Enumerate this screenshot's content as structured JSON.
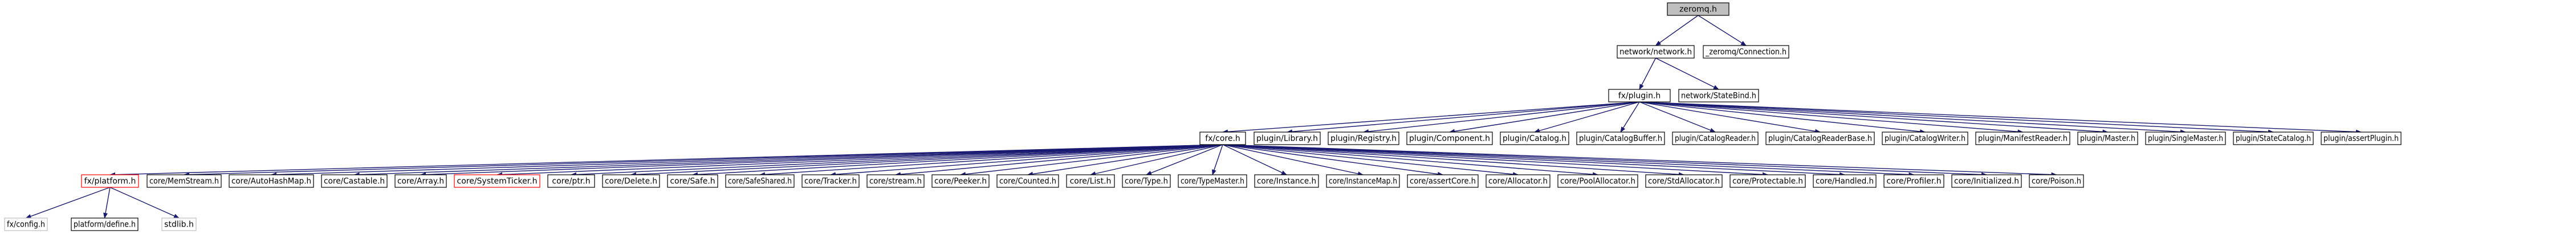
{
  "graph": {
    "root": "zeromq.h",
    "colors": {
      "edge": "#191970",
      "node_border": "#000000",
      "root_fill": "#bfbfbf",
      "missing_file_border": "#ff0000",
      "system_header_border": "#bfbfbf"
    },
    "labels": {
      "zeromq": "zeromq.h",
      "network": "network/network.h",
      "connection": "_zeromq/Connection.h",
      "plugin": "fx/plugin.h",
      "statebind": "network/StateBind.h",
      "core": "fx/core.h",
      "plibrary": "plugin/Library.h",
      "pregistry": "plugin/Registry.h",
      "pcomponent": "plugin/Component.h",
      "pcatalog": "plugin/Catalog.h",
      "pcatbuf": "plugin/CatalogBuffer.h",
      "pcatreader": "plugin/CatalogReader.h",
      "pcatreaderbase": "plugin/CatalogReaderBase.h",
      "pcatwriter": "plugin/CatalogWriter.h",
      "pmanifest": "plugin/ManifestReader.h",
      "pmaster": "plugin/Master.h",
      "psinglemaster": "plugin/SingleMaster.h",
      "pstatecatalog": "plugin/StateCatalog.h",
      "passert": "plugin/assertPlugin.h",
      "platform": "fx/platform.h",
      "memstream": "core/MemStream.h",
      "autohash": "core/AutoHashMap.h",
      "castable": "core/Castable.h",
      "array": "core/Array.h",
      "systicker": "core/SystemTicker.h",
      "ptr": "core/ptr.h",
      "delete": "core/Delete.h",
      "safe": "core/Safe.h",
      "safeshared": "core/SafeShared.h",
      "tracker": "core/Tracker.h",
      "stream": "core/stream.h",
      "peeker": "core/Peeker.h",
      "counted": "core/Counted.h",
      "list": "core/List.h",
      "type": "core/Type.h",
      "typemaster": "core/TypeMaster.h",
      "instance": "core/Instance.h",
      "instancemap": "core/InstanceMap.h",
      "assertcore": "core/assertCore.h",
      "allocator": "core/Allocator.h",
      "poolalloc": "core/PoolAllocator.h",
      "stdalloc": "core/StdAllocator.h",
      "protectable": "core/Protectable.h",
      "handled": "core/Handled.h",
      "profiler": "core/Profiler.h",
      "initialized": "core/Initialized.h",
      "poison": "core/Poison.h",
      "fxconfig": "fx/config.h",
      "platdefine": "platform/define.h",
      "stdlib": "stdlib.h"
    }
  }
}
